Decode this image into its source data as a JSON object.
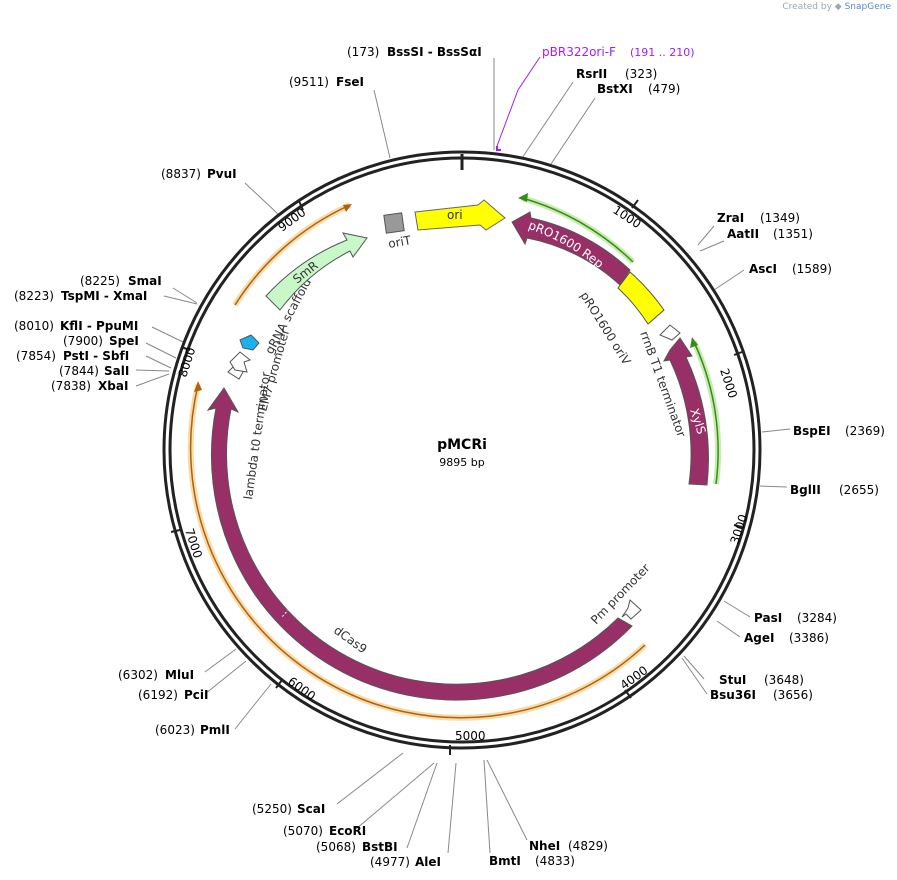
{
  "app": {
    "credit_prefix": "Created by",
    "credit_brand": "SnapGene"
  },
  "plasmid": {
    "name": "pMCRi",
    "length_label": "9895 bp",
    "length": 9895
  },
  "ticks": [
    "1000",
    "2000",
    "3000",
    "4000",
    "5000",
    "6000",
    "7000",
    "8000",
    "9000"
  ],
  "primer": {
    "name": "pBR322ori-F",
    "range": "(191 .. 210)",
    "color": "#a020f0"
  },
  "colors": {
    "maroon": "#983067",
    "yellow": "#ffff00",
    "mint": "#c8f8c8",
    "cyan": "#1ab0ef",
    "gray": "#999999",
    "orange": "#e0a020",
    "green": "#4aa828"
  },
  "features": {
    "ori": "ori",
    "oriT": "oriT",
    "rep": "pRO1600 Rep",
    "ori_v": "pRO1600 oriV",
    "rrnb": "rrnB T1 terminator",
    "xyls": "XylS",
    "pm": "Pm promoter",
    "dcas9": "dCas9",
    "lambda": "lambda t0 terminator",
    "em7": "EM7 promoter",
    "grna": "gRNA scaffold",
    "smr": "SmR"
  },
  "sites": [
    {
      "pos": "(173)",
      "name": "BssSI  -  BssSαI"
    },
    {
      "pos": "(9511)",
      "name": "FseI"
    },
    {
      "pos": "(8837)",
      "name": "PvuI"
    },
    {
      "pos": "(8225)",
      "name": "SmaI"
    },
    {
      "pos": "(8223)",
      "name": "TspMI  -  XmaI"
    },
    {
      "pos": "(8010)",
      "name": "KflI  -  PpuMI"
    },
    {
      "pos": "(7900)",
      "name": "SpeI"
    },
    {
      "pos": "(7854)",
      "name": "PstI  -  SbfI"
    },
    {
      "pos": "(7844)",
      "name": "SalI"
    },
    {
      "pos": "(7838)",
      "name": "XbaI"
    },
    {
      "pos": "(323)",
      "name": "RsrII"
    },
    {
      "pos": "(479)",
      "name": "BstXI"
    },
    {
      "pos": "(1349)",
      "name": "ZraI"
    },
    {
      "pos": "(1351)",
      "name": "AatII"
    },
    {
      "pos": "(1589)",
      "name": "AscI"
    },
    {
      "pos": "(2369)",
      "name": "BspEI"
    },
    {
      "pos": "(2655)",
      "name": "BglII"
    },
    {
      "pos": "(3284)",
      "name": "PasI"
    },
    {
      "pos": "(3386)",
      "name": "AgeI"
    },
    {
      "pos": "(3648)",
      "name": "StuI"
    },
    {
      "pos": "(3656)",
      "name": "Bsu36I"
    },
    {
      "pos": "(6302)",
      "name": "MluI"
    },
    {
      "pos": "(6192)",
      "name": "PciI"
    },
    {
      "pos": "(6023)",
      "name": "PmlI"
    },
    {
      "pos": "(5250)",
      "name": "ScaI"
    },
    {
      "pos": "(5070)",
      "name": "EcoRI"
    },
    {
      "pos": "(5068)",
      "name": "BstBI"
    },
    {
      "pos": "(4977)",
      "name": "AleI"
    },
    {
      "pos": "(4833)",
      "name": "BmtI"
    },
    {
      "pos": "(4829)",
      "name": "NheI"
    }
  ]
}
